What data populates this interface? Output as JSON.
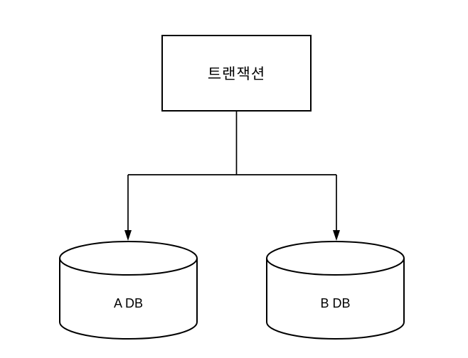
{
  "diagram": {
    "background_color": "#ffffff",
    "stroke_color": "#000000",
    "text_color": "#000000",
    "nodes": {
      "transaction": {
        "type": "rectangle",
        "label": "트랜잭션"
      },
      "db_a": {
        "type": "cylinder",
        "label": "A DB"
      },
      "db_b": {
        "type": "cylinder",
        "label": "B DB"
      }
    },
    "edges": [
      {
        "from": "transaction",
        "to": "db_a",
        "arrow": "filled-triangle"
      },
      {
        "from": "transaction",
        "to": "db_b",
        "arrow": "filled-triangle"
      }
    ]
  }
}
